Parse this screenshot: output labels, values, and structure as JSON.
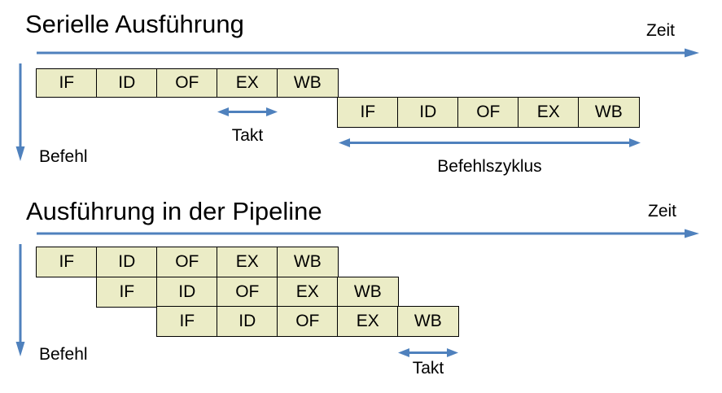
{
  "colors": {
    "box_fill": "#ebecc6",
    "box_border": "#000000",
    "arrow_blue": "#4f81bd",
    "text": "#000000",
    "background": "#ffffff"
  },
  "section_serial": {
    "title": "Serielle Ausführung",
    "time_label": "Zeit",
    "instruction_label": "Befehl",
    "clock_label": "Takt",
    "cycle_label": "Befehlszyklus",
    "instruction1_stages": [
      "IF",
      "ID",
      "OF",
      "EX",
      "WB"
    ],
    "instruction2_stages": [
      "IF",
      "ID",
      "OF",
      "EX",
      "WB"
    ]
  },
  "section_pipeline": {
    "title": "Ausführung in der Pipeline",
    "time_label": "Zeit",
    "instruction_label": "Befehl",
    "clock_label": "Takt",
    "instruction1_stages": [
      "IF",
      "ID",
      "OF",
      "EX",
      "WB"
    ],
    "instruction2_stages": [
      "IF",
      "ID",
      "OF",
      "EX",
      "WB"
    ],
    "instruction3_stages": [
      "IF",
      "ID",
      "OF",
      "EX",
      "WB"
    ]
  }
}
